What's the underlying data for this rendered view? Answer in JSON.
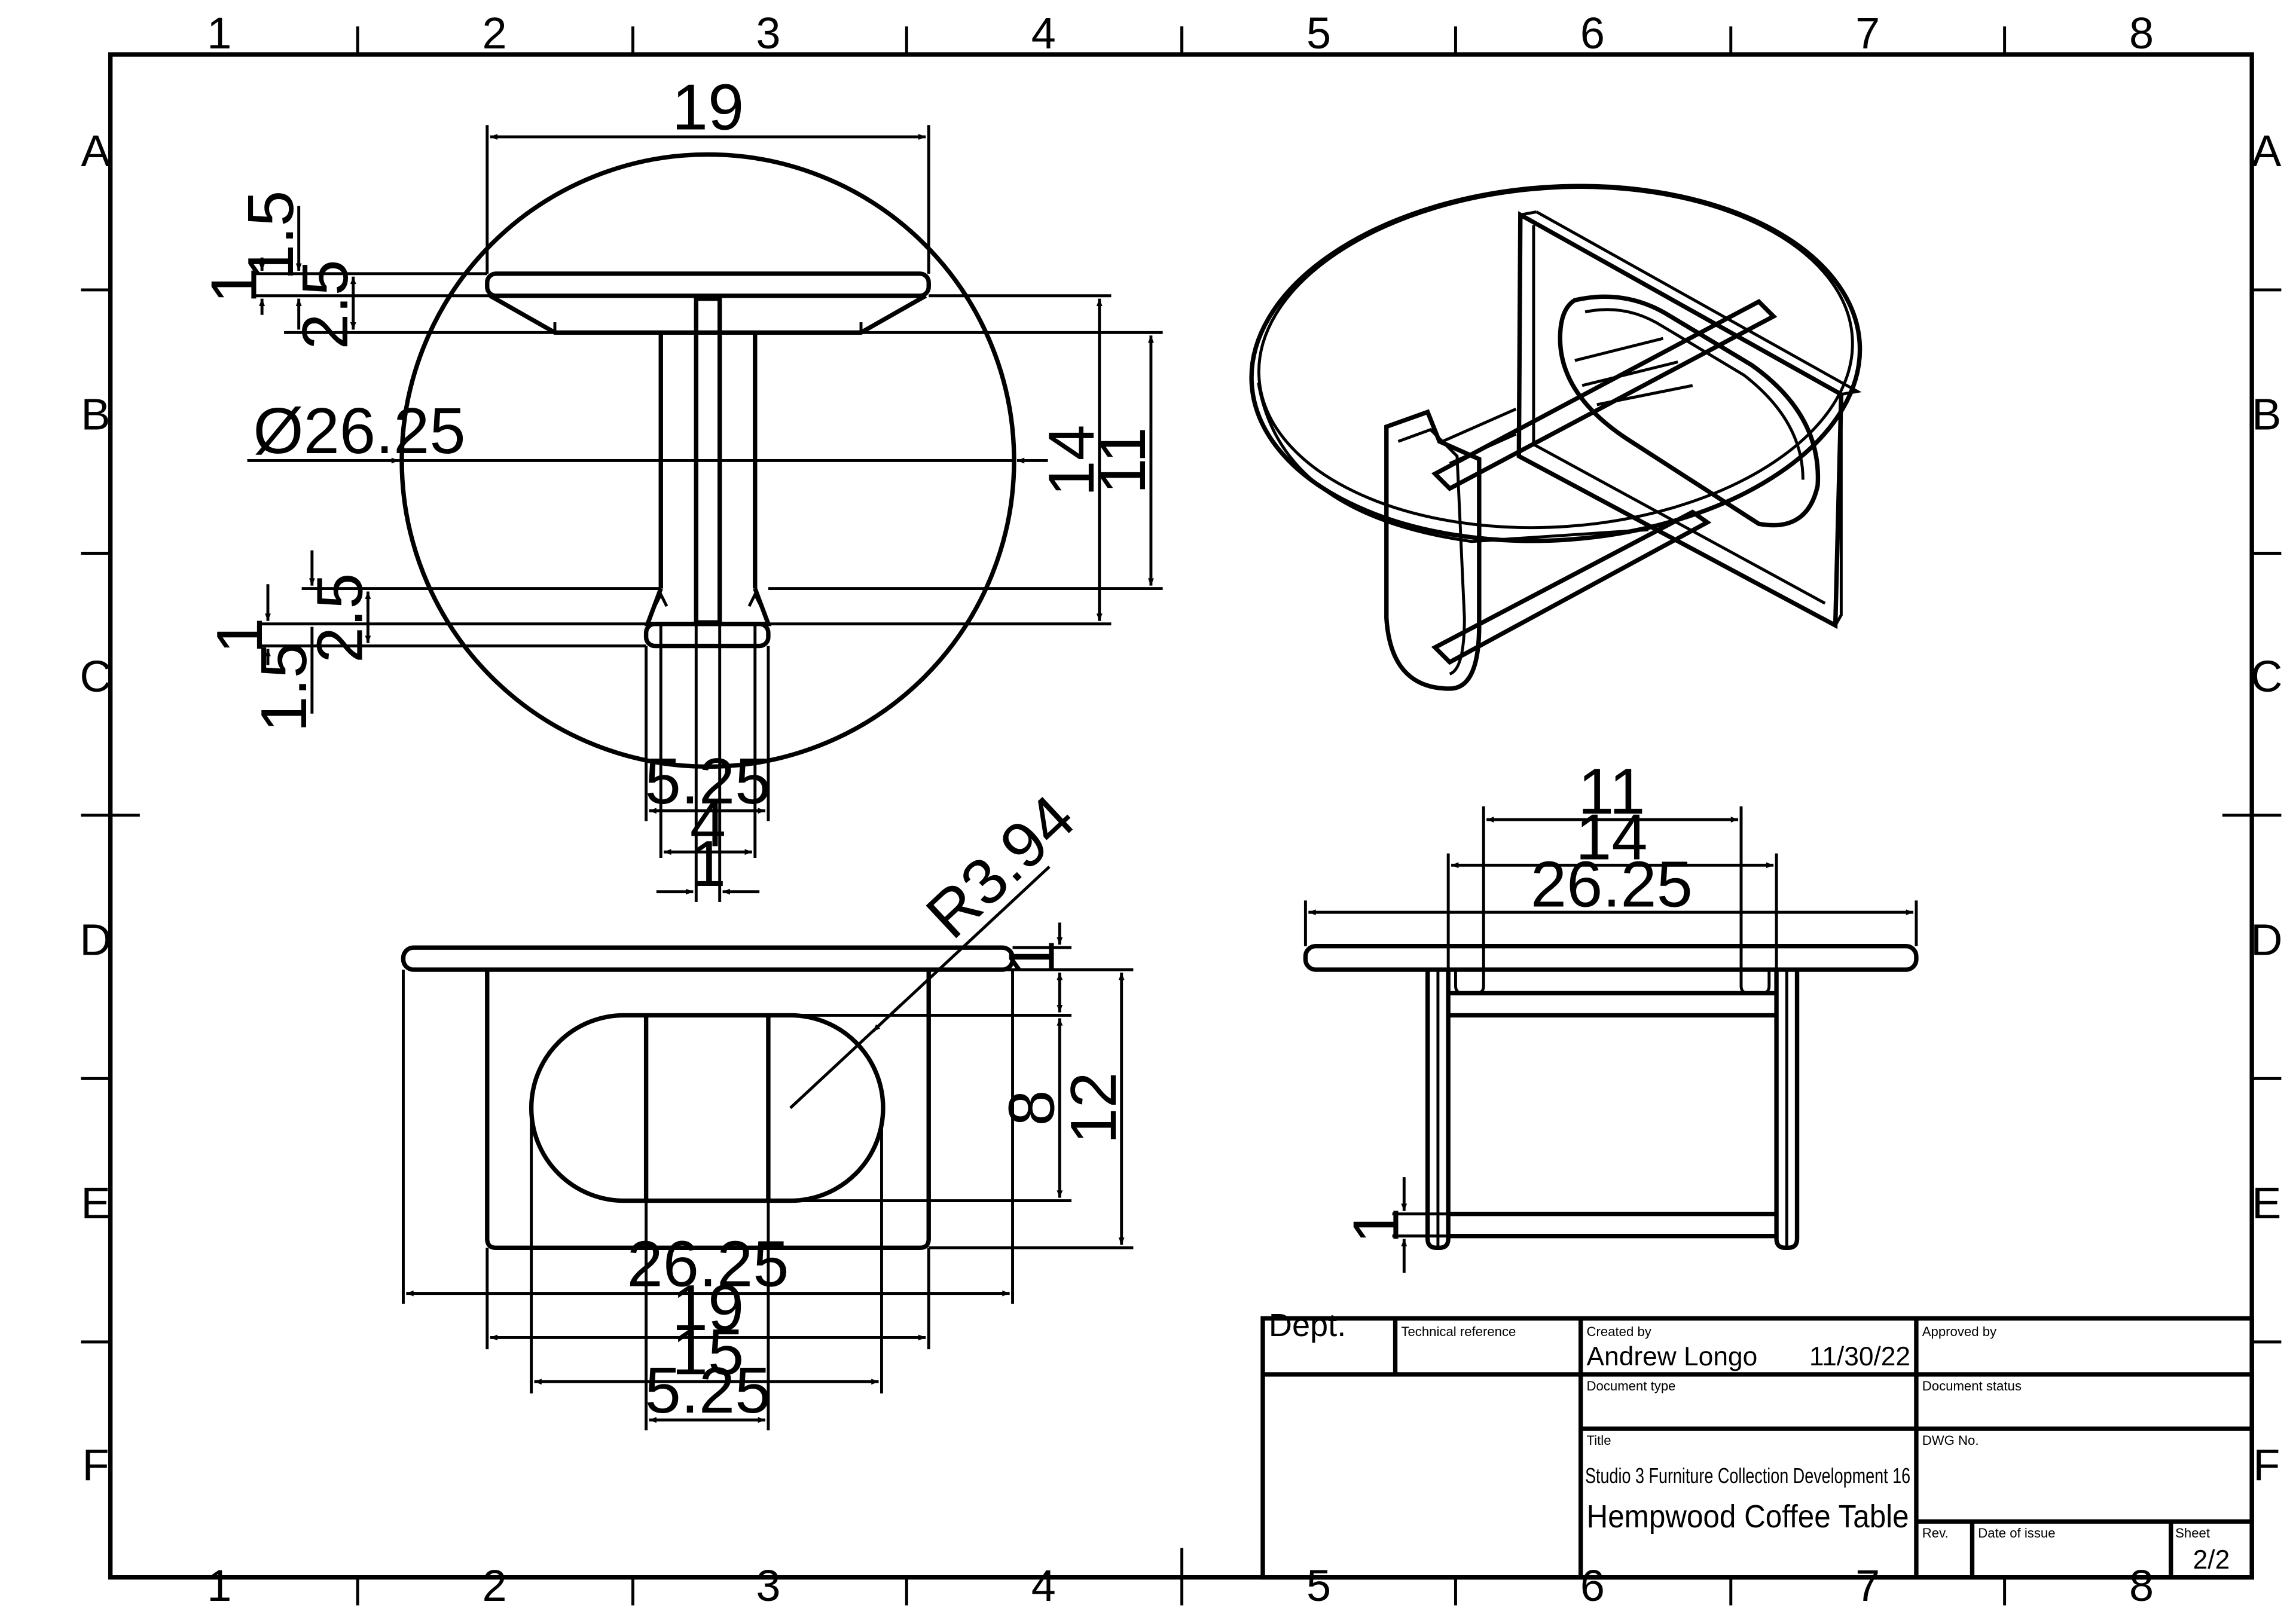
{
  "zones": {
    "columns": [
      "1",
      "2",
      "3",
      "4",
      "5",
      "6",
      "7",
      "8"
    ],
    "rows": [
      "A",
      "B",
      "C",
      "D",
      "E",
      "F"
    ]
  },
  "top_view": {
    "dims": {
      "width_top": "19",
      "top_thk_1": "1.5",
      "top_thk_2": "1",
      "top_thk_3": "2.5",
      "diameter": "Ø26.25",
      "height_14": "14",
      "height_11": "11",
      "bot_thk_1": "2.5",
      "bot_thk_2": "1",
      "bot_thk_3": "1.5",
      "w_525": "5.25",
      "w_4": "4",
      "w_1": "1"
    }
  },
  "front_view": {
    "dims": {
      "radius": "R3.94",
      "t_1": "1",
      "h_8": "8",
      "h_12": "12",
      "w_2625": "26.25",
      "w_19": "19",
      "w_15": "15",
      "w_525": "5.25"
    }
  },
  "side_view": {
    "dims": {
      "w_11": "11",
      "w_14": "14",
      "w_2625": "26.25",
      "t_1": "1"
    }
  },
  "title_block": {
    "dept_label": "Dept.",
    "techref_label": "Technical reference",
    "created_by_label": "Created by",
    "created_by": "Andrew Longo",
    "created_date": "11/30/22",
    "approved_by_label": "Approved by",
    "doc_type_label": "Document type",
    "doc_status_label": "Document status",
    "title_label": "Title",
    "title_line1": "Studio 3 Furniture Collection Development 16",
    "title_line2": "Hempwood Coffee Table",
    "dwg_no_label": "DWG No.",
    "rev_label": "Rev.",
    "date_issue_label": "Date of issue",
    "sheet_label": "Sheet",
    "sheet_value": "2/2"
  }
}
